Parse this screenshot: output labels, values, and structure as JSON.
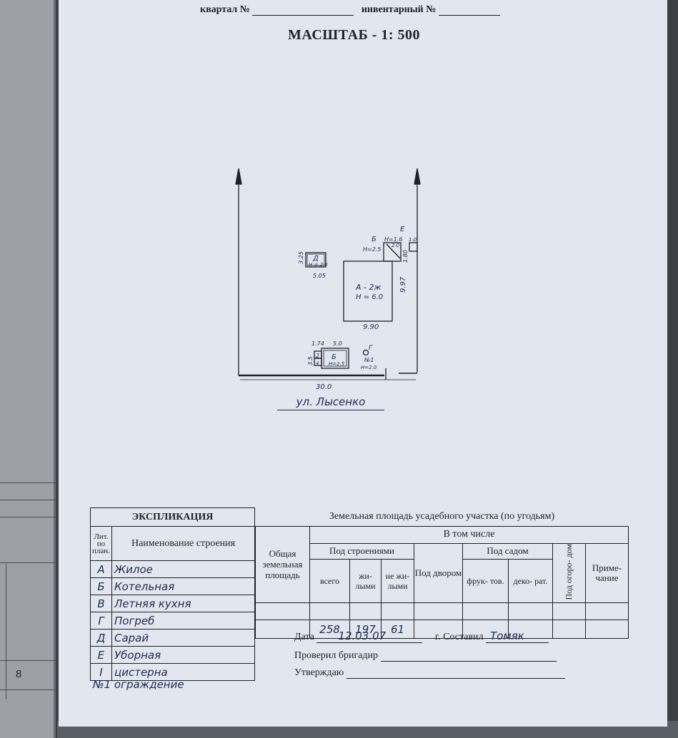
{
  "header": {
    "block_label": "квартал №",
    "inventory_label": "инвентарный №",
    "scale": "МАСШТАБ  - 1: 500"
  },
  "plan": {
    "dim_plot_width": "30.0",
    "house_label": "А - 2ж",
    "house_height": "Н = 6.0",
    "house_width": "9.90",
    "house_depth": "9.97",
    "shed_label": "Д",
    "shed_height": "Н = 2.0",
    "shed_width": "5.05",
    "shed_depth": "3.25",
    "boiler_label": "Б",
    "boiler_height": "Н=2.5",
    "outhouse_label": "Е",
    "outhouse_height": "Н=1.6",
    "dim_1": "1.0",
    "dim_2": "1.80",
    "dim_3": "2.0",
    "kitchen_label": "Б",
    "kitchen_height": "Н=2.5",
    "kitchen_width": "5.0",
    "kitchen_left": "1.74",
    "kitchen_depth": "3.5",
    "cellar_label": "2",
    "cellar_2": "4",
    "tank_label": "Г",
    "fence_label": "№1",
    "fence_height": "Н=2.0",
    "street": "ул. Лысенко"
  },
  "explication": {
    "title": "ЭКСПЛИКАЦИЯ",
    "col_lit": "Лит. по план.",
    "col_name": "Наименование строения",
    "rows": [
      {
        "lit": "А",
        "name": "Жилое"
      },
      {
        "lit": "Б",
        "name": "Котельная"
      },
      {
        "lit": "В",
        "name": "Летняя кухня"
      },
      {
        "lit": "Г",
        "name": "Погреб"
      },
      {
        "lit": "Д",
        "name": "Сарай"
      },
      {
        "lit": "Е",
        "name": "Уборная"
      },
      {
        "lit": "І",
        "name": "цистерна"
      }
    ],
    "note": "№1 ограждение"
  },
  "land": {
    "title": "Земельная площадь усадебного участка (по угодьям)",
    "total": "Общая земельная площадь",
    "including": "В том числе",
    "under_buildings": "Под строениями",
    "all": "всего",
    "residential": "жи- лыми",
    "nonresidential": "не жи- лыми",
    "yard": "Под двором",
    "garden": "Под садом",
    "fruit": "фрук- тов.",
    "decor": "деко- рат.",
    "vegetable": "Под огоро- дом",
    "notes": "Приме- чание",
    "values": {
      "all": "258",
      "residential": "197",
      "nonresidential": "61"
    }
  },
  "sign": {
    "date_label": "Дата",
    "date_value": "12.03.07",
    "compiled_label": "г. Составил",
    "compiled_value": "Томяк",
    "checked_label": "Проверил бригадир",
    "approved_label": "Утверждаю"
  },
  "left_page": {
    "page_number": "8"
  }
}
